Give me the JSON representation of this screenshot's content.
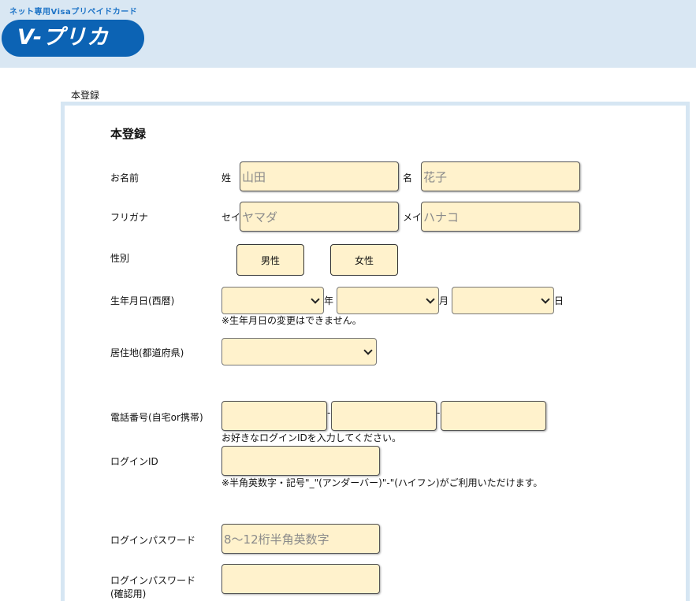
{
  "header": {
    "tagline": "ネット専用Visaプリペイドカード",
    "logo_text": "V-プリカ"
  },
  "breadcrumb": "本登録",
  "form": {
    "title": "本登録",
    "name": {
      "label": "お名前",
      "sei_label": "姓",
      "sei_placeholder": "山田",
      "mei_label": "名",
      "mei_placeholder": "花子"
    },
    "kana": {
      "label": "フリガナ",
      "sei_label": "セイ",
      "sei_placeholder": "ヤマダ",
      "mei_label": "メイ",
      "mei_placeholder": "ハナコ"
    },
    "gender": {
      "label": "性別",
      "male": "男性",
      "female": "女性"
    },
    "birthday": {
      "label": "生年月日(西暦)",
      "year_suffix": "年",
      "month_suffix": "月",
      "day_suffix": "日",
      "note": "※生年月日の変更はできません。"
    },
    "prefecture": {
      "label": "居住地(都道府県)"
    },
    "phone": {
      "label": "電話番号(自宅or携帯)",
      "separator": "-"
    },
    "login_id": {
      "hint": "お好きなログインIDを入力してください。",
      "label": "ログインID",
      "note": "※半角英数字・記号\"_\"(アンダーバー)\"-\"(ハイフン)がご利用いただけます。"
    },
    "password": {
      "label": "ログインパスワード",
      "placeholder": "8～12桁半角英数字"
    },
    "password_confirm": {
      "label_line1": "ログインパスワード",
      "label_line2": "(確認用)"
    }
  },
  "colors": {
    "header_bg": "#d9e7f3",
    "logo_bg": "#0c63b4",
    "tagline": "#1e74c7",
    "field_bg": "#fff2cc",
    "frame_border": "#d6e6f3"
  }
}
